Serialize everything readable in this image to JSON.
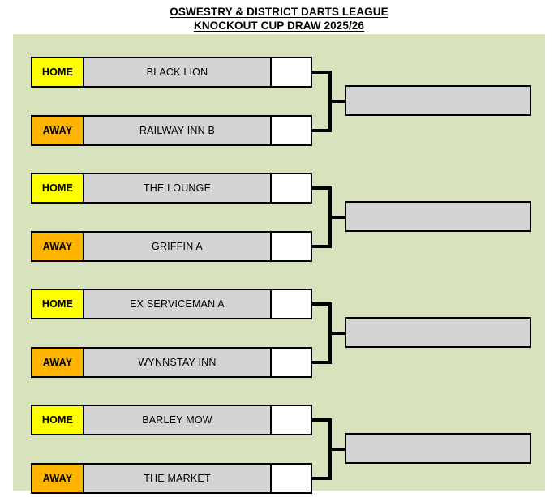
{
  "title": {
    "line1": "OSWESTRY & DISTRICT DARTS LEAGUE",
    "line2": "KNOCKOUT CUP DRAW 2025/26"
  },
  "labels": {
    "home": "HOME",
    "away": "AWAY"
  },
  "colors": {
    "panel_background": "#d8e3bd",
    "home_label": "#ffff00",
    "away_label": "#ffb400",
    "team_box": "#d4d4d4",
    "score_box": "#ffffff",
    "border": "#000000",
    "page_background": "#ffffff"
  },
  "brackets": [
    {
      "home": {
        "side": "HOME",
        "team": "BLACK LION",
        "score": ""
      },
      "away": {
        "side": "AWAY",
        "team": "RAILWAY INN B",
        "score": ""
      },
      "winner": ""
    },
    {
      "home": {
        "side": "HOME",
        "team": "THE LOUNGE",
        "score": ""
      },
      "away": {
        "side": "AWAY",
        "team": "GRIFFIN A",
        "score": ""
      },
      "winner": ""
    },
    {
      "home": {
        "side": "HOME",
        "team": "EX SERVICEMAN A",
        "score": ""
      },
      "away": {
        "side": "AWAY",
        "team": "WYNNSTAY INN",
        "score": ""
      },
      "winner": ""
    },
    {
      "home": {
        "side": "HOME",
        "team": "BARLEY MOW",
        "score": ""
      },
      "away": {
        "side": "AWAY",
        "team": "THE MARKET",
        "score": ""
      },
      "winner": ""
    }
  ]
}
